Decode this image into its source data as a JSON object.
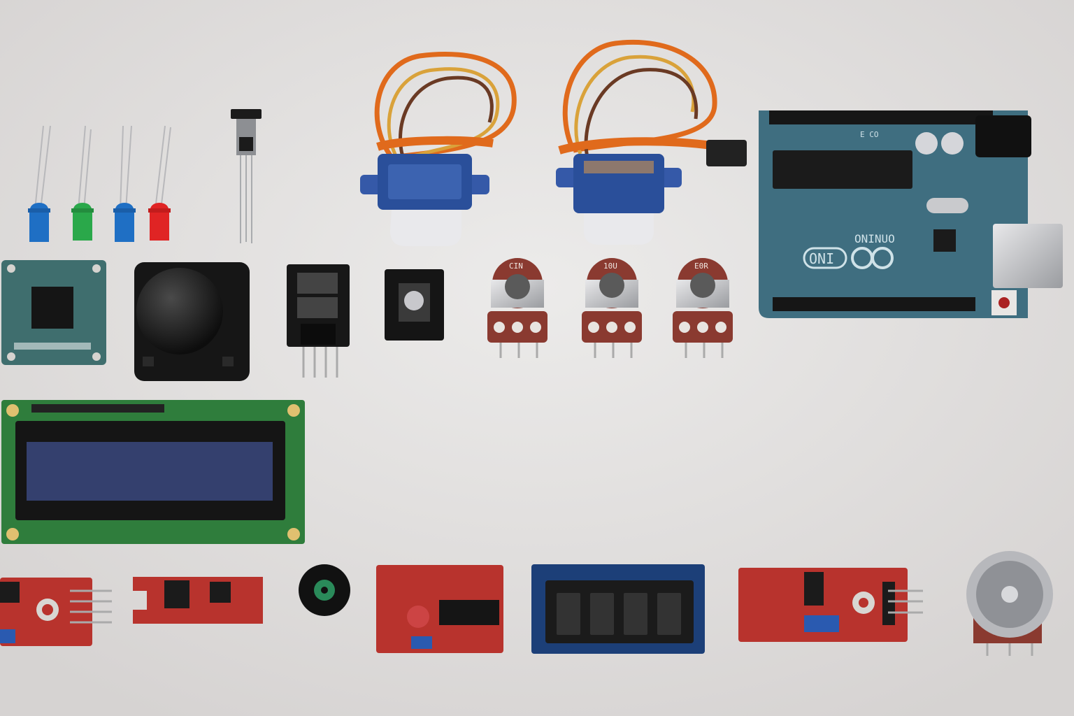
{
  "colors": {
    "background": "#e3e0df",
    "arduino_pcb": "#3f6e80",
    "sensor_pcb_red": "#b8332d",
    "lcd_pcb_green": "#2f7d3c",
    "lcd_screen": "#34406e",
    "seg_pcb_blue": "#1c3f78",
    "servo_blue": "#2a4f9a",
    "potentiometer_brown": "#8a3a30"
  },
  "leds": [
    {
      "name": "led-blue-1",
      "color": "#1f6fc4"
    },
    {
      "name": "led-green",
      "color": "#2aa84a"
    },
    {
      "name": "led-blue-2",
      "color": "#1f6fc4"
    },
    {
      "name": "led-red",
      "color": "#e02424"
    }
  ],
  "arduino": {
    "logo_text": "ONINUO",
    "badge_text": "ONI",
    "silkscreen_top": "E CO"
  },
  "potentiometers": [
    {
      "label": "CIN"
    },
    {
      "label": "10U"
    },
    {
      "label": "E0R"
    }
  ],
  "icons": [
    "led-icon",
    "servo-icon",
    "arduino-board-icon",
    "joystick-icon",
    "lcd-icon",
    "potentiometer-icon",
    "seven-segment-icon",
    "buzzer-icon",
    "motor-icon"
  ]
}
